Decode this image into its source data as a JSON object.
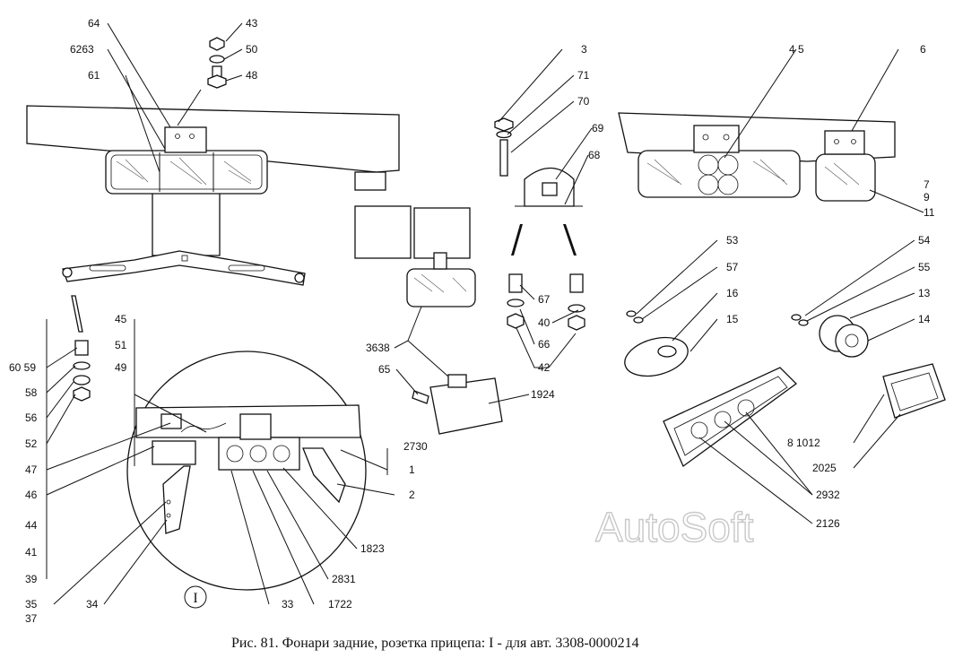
{
  "caption": "Рис. 81. Фонари задние, розетка прицепа: I - для авт. 3308-0000214",
  "watermark": "AutoSoft",
  "detail_marker": "I",
  "callouts": [
    "64",
    "43",
    "6263",
    "50",
    "61",
    "48",
    "60 59",
    "58",
    "56",
    "52",
    "47",
    "46",
    "44",
    "41",
    "39",
    "35",
    "37",
    "34",
    "45",
    "51",
    "49",
    "33",
    "1722",
    "2831",
    "1823",
    "2",
    "1",
    "2730",
    "3638",
    "65",
    "1924",
    "3",
    "71",
    "70",
    "69",
    "68",
    "67",
    "66",
    "40",
    "42",
    "4  5",
    "6",
    "7",
    "9",
    "11",
    "53",
    "57",
    "16",
    "15",
    "54",
    "55",
    "13",
    "14",
    "8 1012",
    "2025",
    "2932",
    "2126"
  ]
}
